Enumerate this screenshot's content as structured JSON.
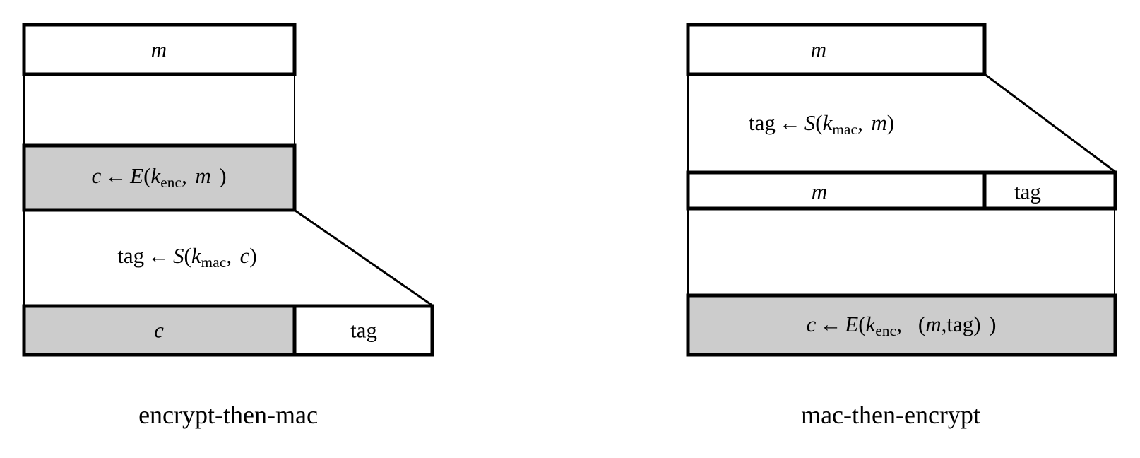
{
  "figure": {
    "title": "encrypt-then-mac and mac-then-encrypt constructions",
    "colors": {
      "stroke": "#000000",
      "fill_plain": "#ffffff",
      "fill_shaded": "#cccccc",
      "background": "#ffffff"
    }
  },
  "left_diagram": {
    "caption": "encrypt-then-mac",
    "input_box": {
      "label": "m"
    },
    "operation_box": {
      "assign_target": "c",
      "arrow": "←",
      "function": "E",
      "open_paren": "(",
      "key": "k",
      "key_subscript": "enc",
      "comma": ",",
      "argument": "m",
      "close_paren": ")"
    },
    "step_label": {
      "assign_target": "tag",
      "arrow": "←",
      "function": "S",
      "open_paren": "(",
      "key": "k",
      "key_subscript": "mac",
      "comma": ",",
      "argument": "c",
      "close_paren": ")"
    },
    "output_box": {
      "left_cell": "c",
      "right_cell": "tag"
    }
  },
  "right_diagram": {
    "caption": "mac-then-encrypt",
    "input_box": {
      "label": "m"
    },
    "step_label": {
      "assign_target": "tag",
      "arrow": "←",
      "function": "S",
      "open_paren": "(",
      "key": "k",
      "key_subscript": "mac",
      "comma": ",",
      "argument": "m",
      "close_paren": ")"
    },
    "intermediate_box": {
      "left_cell": "m",
      "right_cell": "tag"
    },
    "operation_box": {
      "assign_target": "c",
      "arrow": "←",
      "function": "E",
      "open_paren": "(",
      "key": "k",
      "key_subscript": "enc",
      "comma": ",",
      "inner_open_paren": "(",
      "inner_first": "m",
      "inner_comma": ",",
      "inner_second": "tag",
      "inner_close_paren": ")",
      "close_paren": ")"
    }
  }
}
